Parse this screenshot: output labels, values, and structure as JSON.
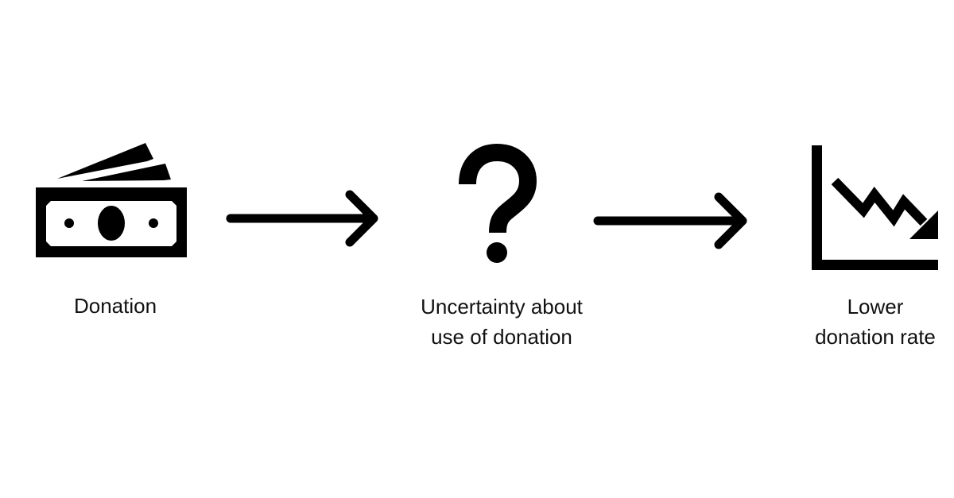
{
  "steps": [
    {
      "icon": "money-icon",
      "label": "Donation"
    },
    {
      "icon": "question-mark-icon",
      "label_line1": "Uncertainty about",
      "label_line2": "use of donation"
    },
    {
      "icon": "declining-chart-icon",
      "label_line1": "Lower",
      "label_line2": "donation rate"
    }
  ],
  "colors": {
    "ink": "#000000",
    "background": "#ffffff"
  }
}
